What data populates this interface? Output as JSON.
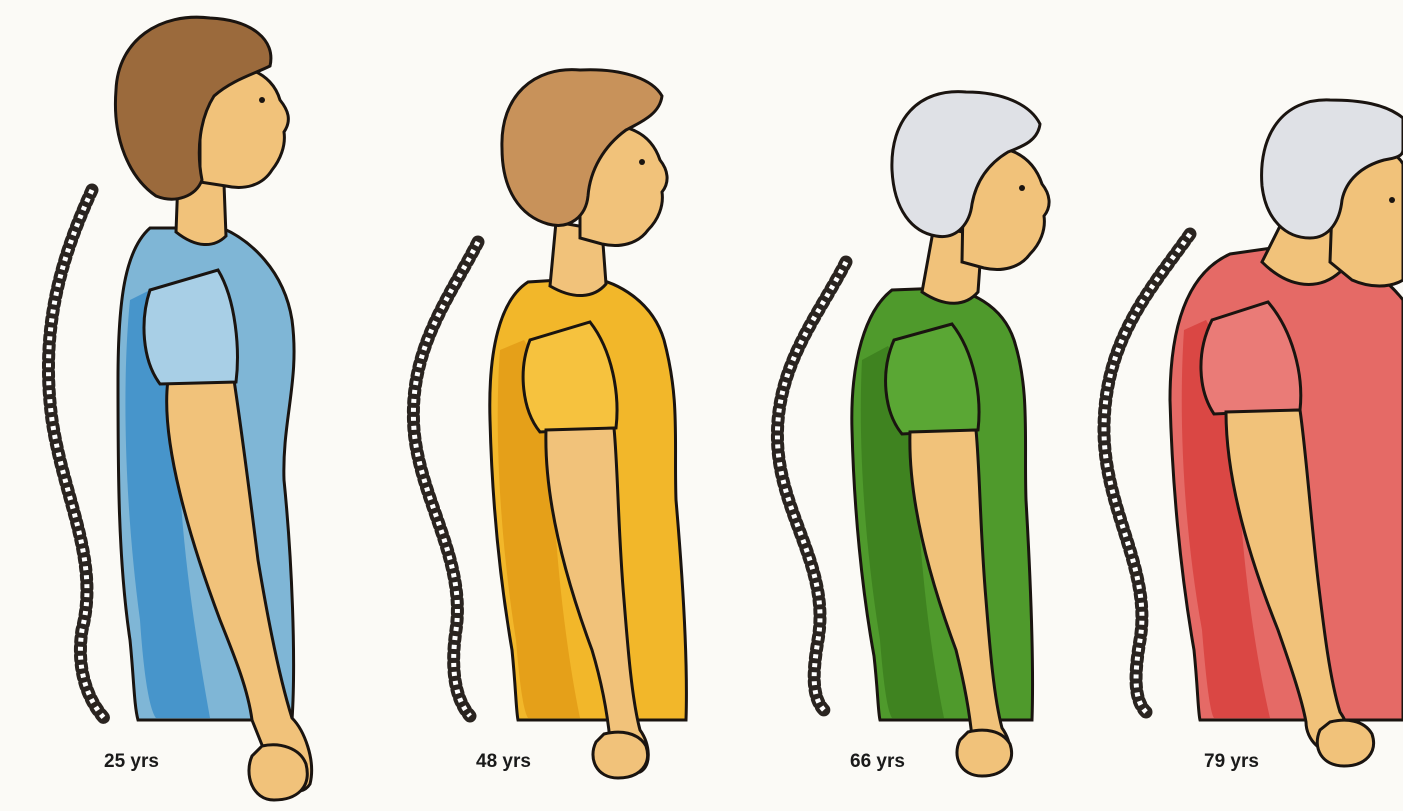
{
  "figures": [
    {
      "age_label": "25 yrs",
      "shirt_color": "#7fb6d6",
      "shirt_shade": "#3d8fc9",
      "hair_color": "#9b6a3c",
      "spine_curve": "normal"
    },
    {
      "age_label": "48 yrs",
      "shirt_color": "#f2b72a",
      "shirt_shade": "#e39c16",
      "hair_color": "#c8925a",
      "spine_curve": "slight"
    },
    {
      "age_label": "66 yrs",
      "shirt_color": "#4f9a2c",
      "shirt_shade": "#3c7f1f",
      "hair_color": "#dfe1e6",
      "spine_curve": "moderate"
    },
    {
      "age_label": "79 yrs",
      "shirt_color": "#e56a66",
      "shirt_shade": "#d8413e",
      "hair_color": "#dfe1e6",
      "spine_curve": "pronounced"
    }
  ],
  "colors": {
    "skin": "#f1c27a",
    "skin_shade": "#d9a55c",
    "outline": "#1a1410",
    "background": "#fbfaf6"
  }
}
